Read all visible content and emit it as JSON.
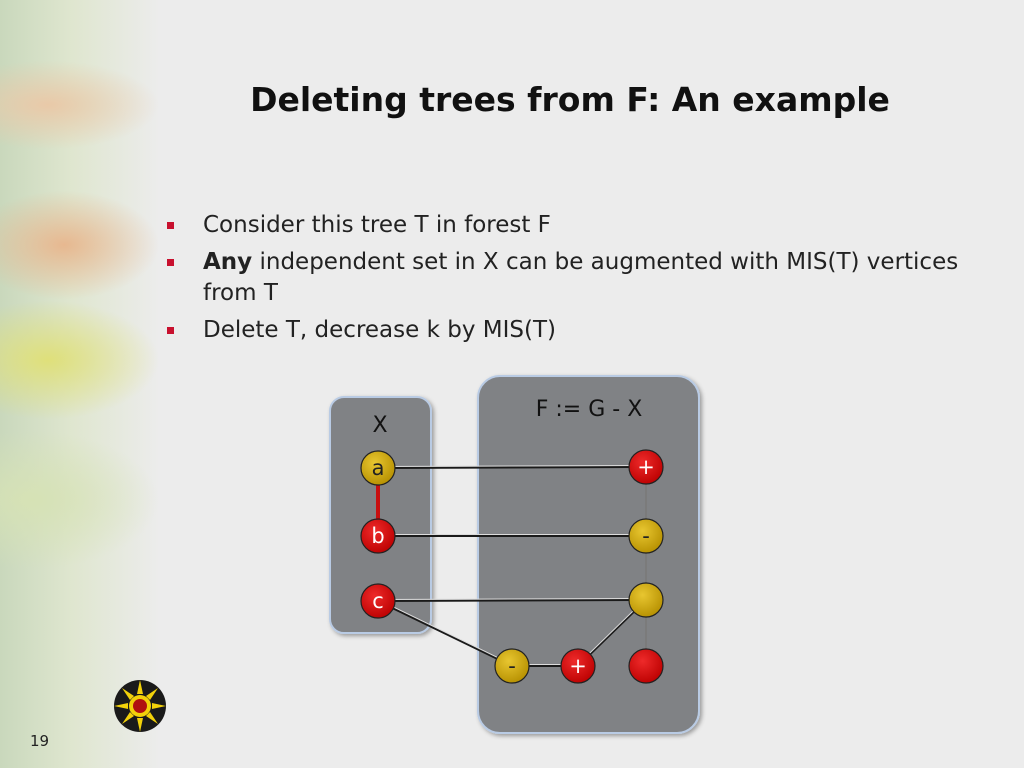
{
  "slide": {
    "title": "Deleting trees from F: An example",
    "page_number": "19"
  },
  "bullets": [
    {
      "bold": "",
      "text": "Consider this tree T in forest F"
    },
    {
      "bold": "Any",
      "text": " independent set in X can be augmented with MIS(T) vertices from T"
    },
    {
      "bold": "",
      "text": "Delete T, decrease k by MIS(T)"
    }
  ],
  "diagram": {
    "x_box_label": "X",
    "f_box_label": "F := G - X",
    "x_nodes": [
      {
        "id": "a",
        "label": "a",
        "color": "#c9a400"
      },
      {
        "id": "b",
        "label": "b",
        "color": "#d50d0d"
      },
      {
        "id": "c",
        "label": "c",
        "color": "#d50d0d"
      }
    ],
    "f_nodes": [
      {
        "id": "f1",
        "label": "+",
        "color": "#d50d0d"
      },
      {
        "id": "f2",
        "label": "-",
        "color": "#c9a400"
      },
      {
        "id": "f3",
        "label": "",
        "color": "#c9a400"
      },
      {
        "id": "f4",
        "label": "-",
        "color": "#c9a400"
      },
      {
        "id": "f5",
        "label": "+",
        "color": "#d50d0d"
      },
      {
        "id": "f6",
        "label": "",
        "color": "#d50d0d"
      }
    ],
    "edges": [
      [
        "a",
        "b"
      ],
      [
        "a",
        "f1"
      ],
      [
        "b",
        "f2"
      ],
      [
        "c",
        "f3"
      ],
      [
        "c",
        "f4"
      ],
      [
        "f1",
        "f2"
      ],
      [
        "f2",
        "f3"
      ],
      [
        "f3",
        "f6"
      ],
      [
        "f3",
        "f5"
      ],
      [
        "f4",
        "f5"
      ]
    ]
  }
}
